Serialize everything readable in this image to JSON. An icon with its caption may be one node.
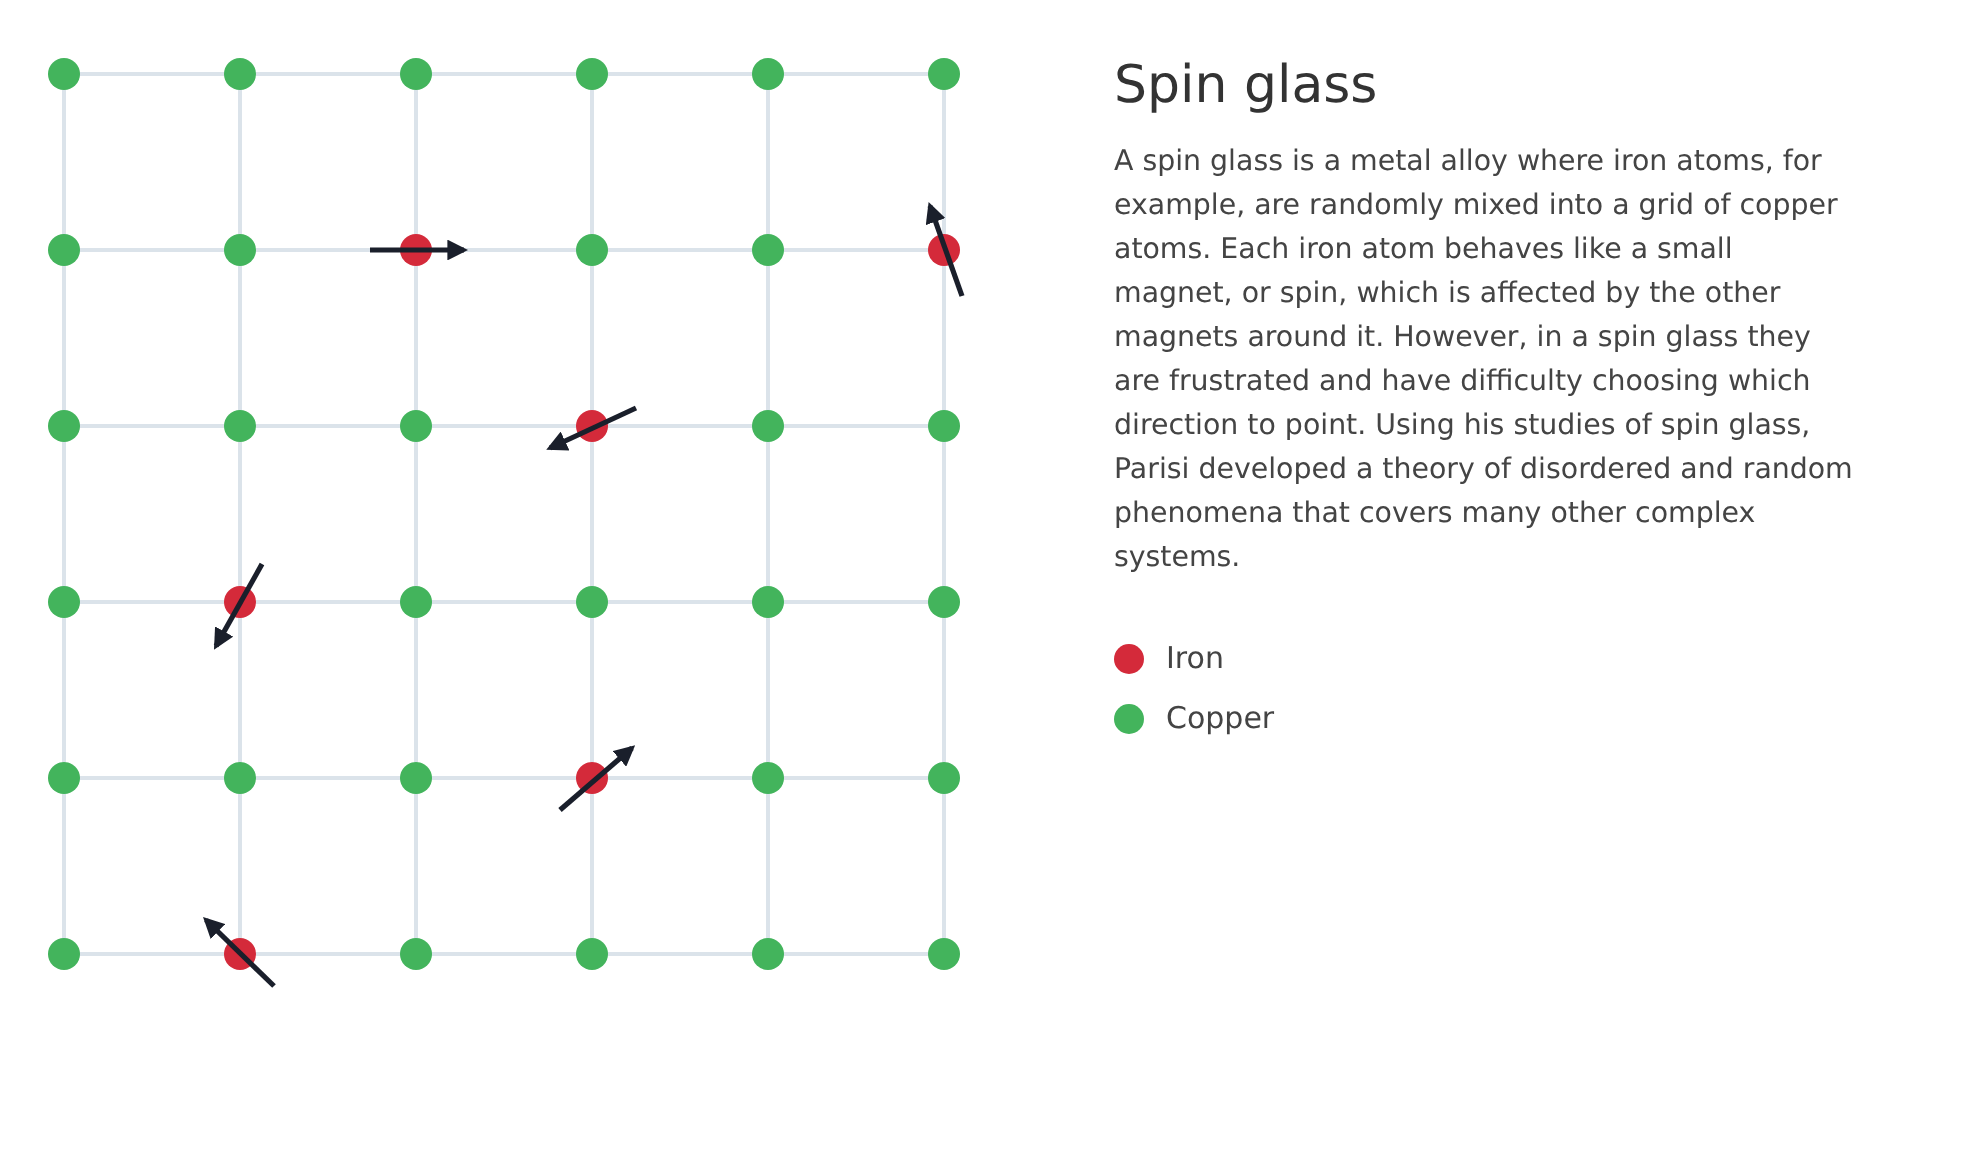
{
  "diagram": {
    "title": "Spin glass",
    "labels": [
      "A spin glass is a metal alloy where iron atoms, for example, are randomly mixed into a grid of copper atoms. Each iron atom behaves like a small magnet, or spin, which is affected by the other magnets around it. However, in a spin glass they are frustrated and have difficulty choosing which direction to point. Using his studies of spin glass, Parisi developed a theory of disordered and random phenomena that covers many other complex systems."
    ],
    "legend": [
      {
        "text": "Iron",
        "color": "#d42a3a"
      },
      {
        "text": "Copper",
        "color": "#43b45c"
      }
    ]
  }
}
